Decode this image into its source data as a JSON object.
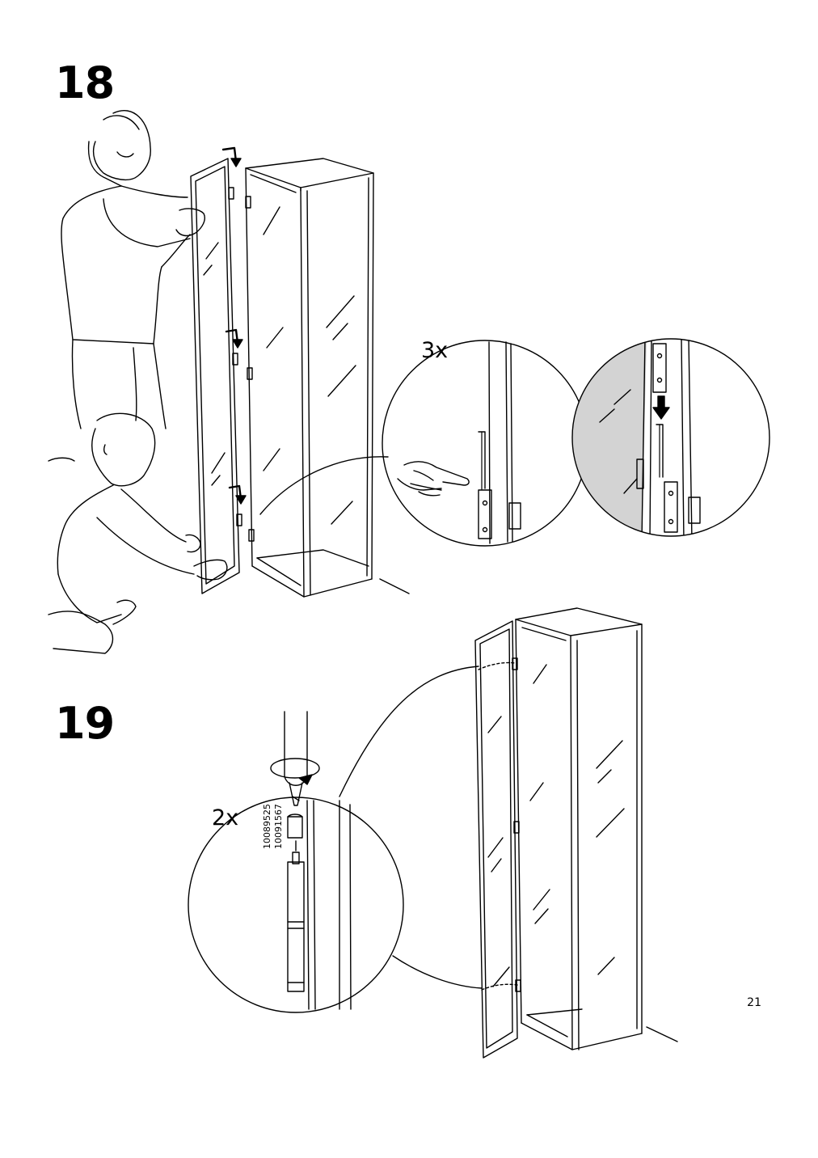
{
  "steps": [
    {
      "number": "18",
      "quantity": "3x"
    },
    {
      "number": "19",
      "quantity": "2x",
      "part_numbers": [
        "10089525",
        "10091567"
      ]
    }
  ],
  "page_number": "21",
  "icons": [
    "hand-pointing-icon",
    "rotate-arrow-icon",
    "down-arrow-icon"
  ]
}
